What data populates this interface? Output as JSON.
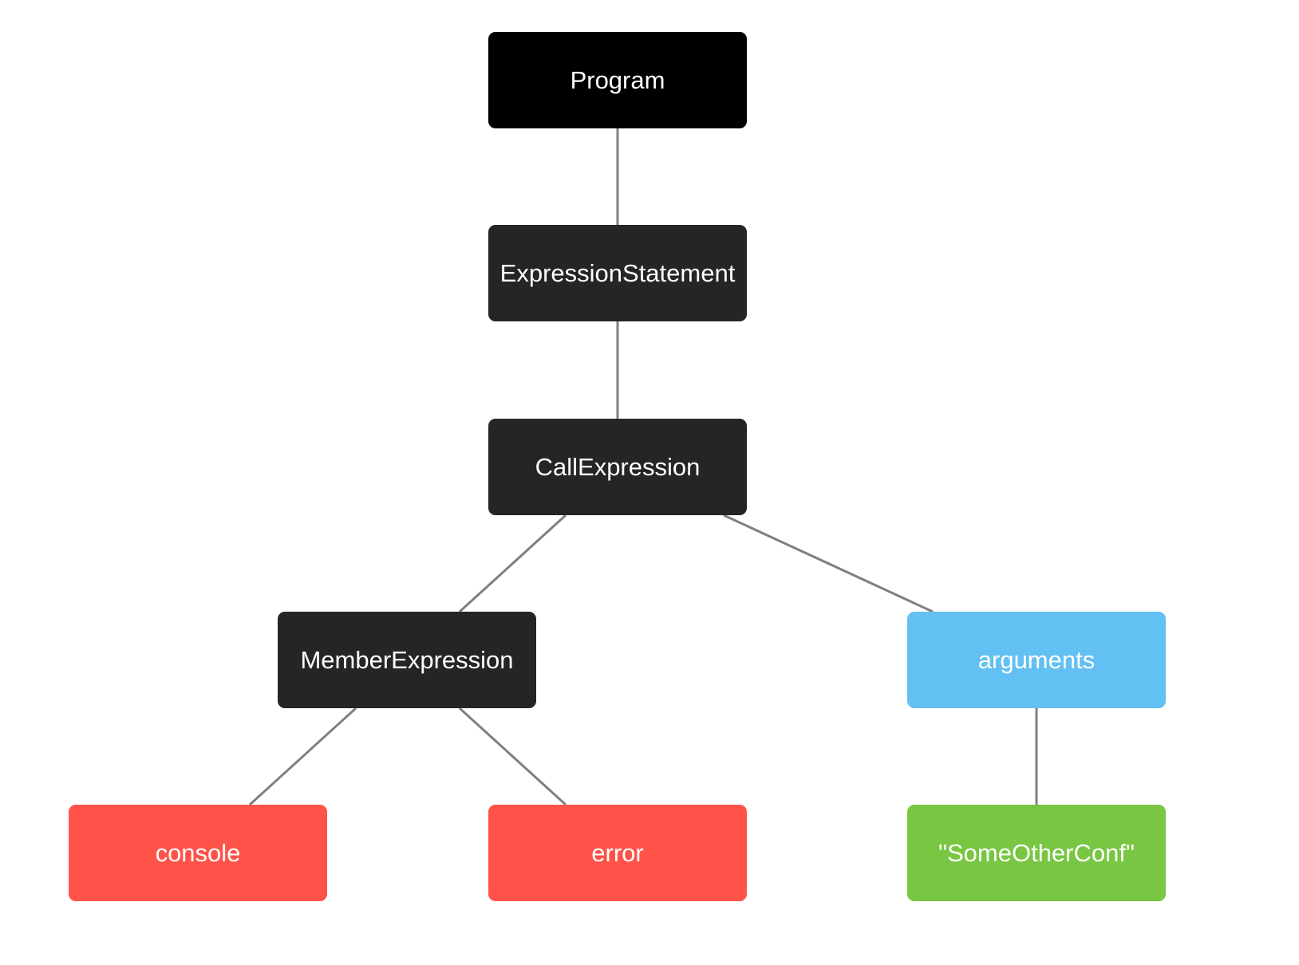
{
  "colors": {
    "root": "#000000",
    "structure": "#252525",
    "identifier": "#ff5349",
    "arguments": "#63c0f2",
    "literal": "#78c641",
    "edge": "#808080"
  },
  "nodes": {
    "program": {
      "label": "Program",
      "kind": "root"
    },
    "expression_statement": {
      "label": "ExpressionStatement",
      "kind": "structure"
    },
    "call_expression": {
      "label": "CallExpression",
      "kind": "structure"
    },
    "member_expression": {
      "label": "MemberExpression",
      "kind": "structure"
    },
    "arguments": {
      "label": "arguments",
      "kind": "arguments"
    },
    "console": {
      "label": "console",
      "kind": "identifier"
    },
    "error": {
      "label": "error",
      "kind": "identifier"
    },
    "string_literal": {
      "label": "\"SomeOtherConf\"",
      "kind": "literal"
    }
  },
  "edges": [
    [
      "program",
      "expression_statement"
    ],
    [
      "expression_statement",
      "call_expression"
    ],
    [
      "call_expression",
      "member_expression"
    ],
    [
      "call_expression",
      "arguments"
    ],
    [
      "member_expression",
      "console"
    ],
    [
      "member_expression",
      "error"
    ],
    [
      "arguments",
      "string_literal"
    ]
  ]
}
